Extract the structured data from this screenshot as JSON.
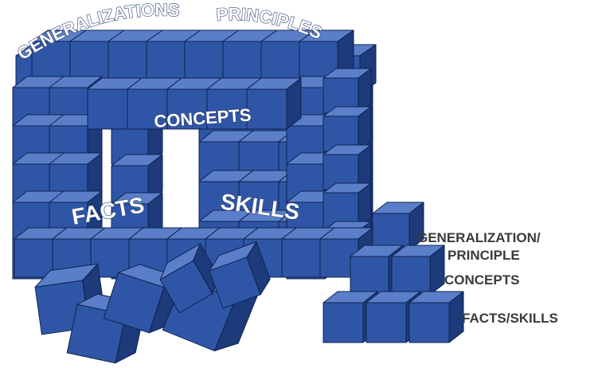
{
  "colors": {
    "cube_front": "#2f56a6",
    "cube_top": "#5a7fc8",
    "cube_side": "#1d3a7a",
    "edge": "#0f2350",
    "label_dark": "#3a3a3a",
    "label_light": "#ffffff"
  },
  "structure_labels": {
    "generalizations": "GENERALIZATIONS",
    "principles": "PRINCIPLES",
    "concepts": "CONCEPTS",
    "facts": "FACTS",
    "skills": "SKILLS"
  },
  "pyramid_labels": {
    "top": "GENERALIZATION/",
    "top_line2": "PRINCIPLE",
    "middle": "CONCEPTS",
    "bottom": "FACTS/SKILLS"
  }
}
